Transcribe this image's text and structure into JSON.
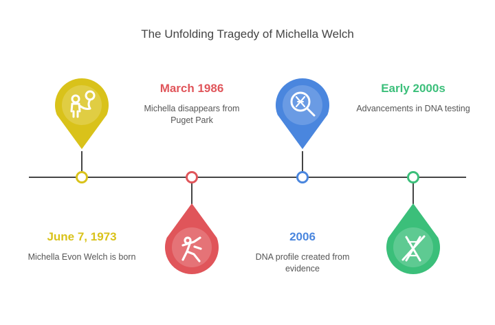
{
  "title": "The Unfolding Tragedy of Michella Welch",
  "colors": {
    "yellow": "#D9C21A",
    "red": "#E0555A",
    "blue": "#4A86DE",
    "green": "#3BBF7A",
    "line": "#444444"
  },
  "events": [
    {
      "date": "June 7, 1973",
      "description": "Michella Evon Welch is born",
      "color": "#D9C21A",
      "icon": "child-balloon-icon",
      "position": "above"
    },
    {
      "date": "March 1986",
      "description": "Michella disappears from Puget Park",
      "color": "#E0555A",
      "icon": "broken-figure-icon",
      "position": "below"
    },
    {
      "date": "2006",
      "description": "DNA profile created from evidence",
      "color": "#4A86DE",
      "icon": "dna-magnifier-icon",
      "position": "above"
    },
    {
      "date": "Early 2000s",
      "description": "Advancements in DNA testing",
      "color": "#3BBF7A",
      "icon": "dna-slash-icon",
      "position": "below"
    }
  ]
}
